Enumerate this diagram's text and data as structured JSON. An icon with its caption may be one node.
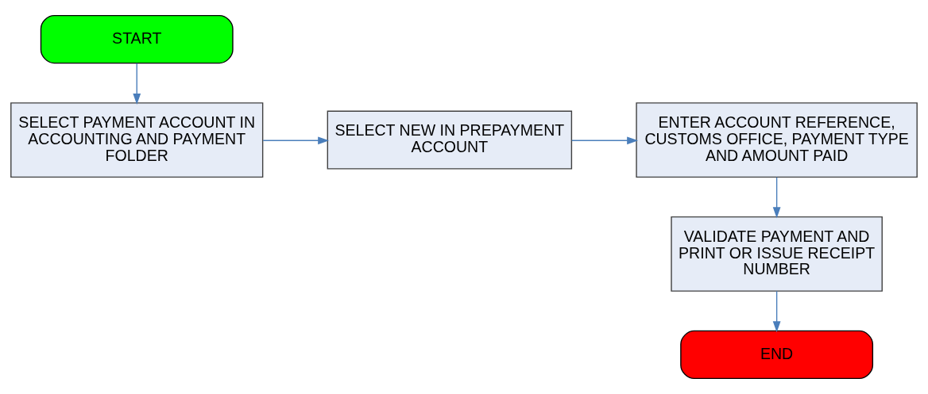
{
  "diagram": {
    "nodes": [
      {
        "text": [
          "START"
        ]
      },
      {
        "text": [
          "SELECT PAYMENT ACCOUNT IN ACCOUNTING AND PAYMENT FOLDER"
        ]
      },
      {
        "text": [
          "SELECT NEW IN PREPAYMENT ACCOUNT"
        ]
      },
      {
        "text": [
          "ENTER ACCOUNT REFERENCE, CUSTOMS OFFICE, PAYMENT TYPE AND AMOUNT PAID"
        ]
      },
      {
        "text": [
          "VALIDATE PAYMENT AND PRINT OR ISSUE RECEIPT NUMBER"
        ]
      },
      {
        "text": [
          "END"
        ]
      }
    ],
    "edges": [
      {
        "from": 0,
        "to": 1,
        "arrow": "to"
      },
      {
        "from": 1,
        "to": 2,
        "arrow": "to"
      },
      {
        "from": 2,
        "to": 3,
        "arrow": "to"
      },
      {
        "from": 3,
        "to": 4,
        "arrow": "to"
      },
      {
        "from": 4,
        "to": 5,
        "arrow": "to"
      }
    ]
  }
}
